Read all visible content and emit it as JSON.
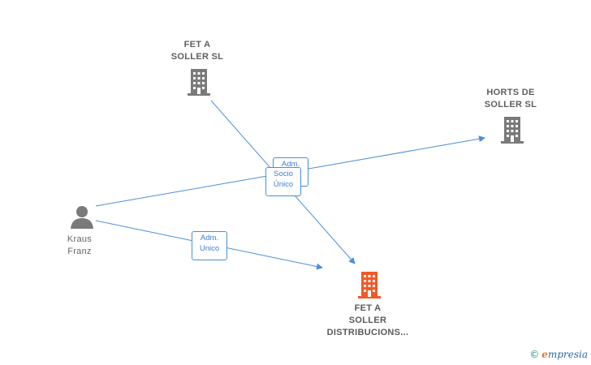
{
  "nodes": {
    "fet_a_soller_sl": {
      "line1": "FET A",
      "line2": "SOLLER SL",
      "color": "#7a7a7a"
    },
    "horts_de_soller": {
      "line1": "HORTS DE",
      "line2": "SOLLER  SL",
      "color": "#7a7a7a"
    },
    "kraus_franz": {
      "line1": "Kraus",
      "line2": "Franz",
      "color": "#7a7a7a"
    },
    "fet_a_soller_distribucions": {
      "line1": "FET A",
      "line2": "SOLLER",
      "line3": "DISTRIBUCIONS...",
      "color": "#f05a28"
    }
  },
  "edges": {
    "adm_behind": {
      "line1": "Adm.",
      "line2": ""
    },
    "socio_unico": {
      "line1": "Socio",
      "line2": "Único"
    },
    "adm_unico": {
      "line1": "Adm.",
      "line2": "Unico"
    }
  },
  "colors": {
    "edge": "#4a8fd8",
    "icon_gray": "#7a7a7a",
    "icon_main": "#f05a28"
  },
  "watermark": {
    "copyright": "©",
    "brand_initial": "e",
    "brand_rest": "mpresia"
  }
}
